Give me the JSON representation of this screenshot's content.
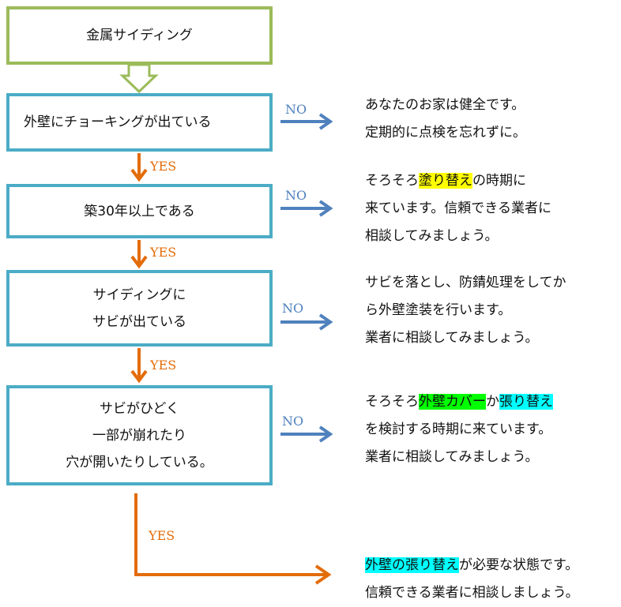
{
  "colors": {
    "start_border": "#9bbb59",
    "question_border": "#4bacc6",
    "yes": "#e36c0a",
    "no": "#4f81bd",
    "highlight_yellow": "#ffff00",
    "highlight_green": "#00ff00",
    "highlight_cyan": "#00ffff"
  },
  "start": {
    "label": "金属サイディング"
  },
  "questions": [
    {
      "lines": [
        "外壁にチョーキングが出ている"
      ]
    },
    {
      "lines": [
        "築30年以上である"
      ]
    },
    {
      "lines": [
        "サイディングに",
        "サビが出ている"
      ]
    },
    {
      "lines": [
        "サビがひどく",
        "一部が崩れたり",
        "穴が開いたりしている。"
      ]
    }
  ],
  "branch_labels": {
    "yes": "YES",
    "no": "NO"
  },
  "results": [
    {
      "lines": [
        [
          {
            "text": "あなたのお家は健全です。"
          }
        ],
        [
          {
            "text": "定期的に点検を忘れずに。"
          }
        ]
      ]
    },
    {
      "lines": [
        [
          {
            "text": "そろそろ"
          },
          {
            "text": "塗り替え",
            "highlight": "yellow"
          },
          {
            "text": "の時期に"
          }
        ],
        [
          {
            "text": "来ています。信頼できる業者に"
          }
        ],
        [
          {
            "text": "相談してみましょう。"
          }
        ]
      ]
    },
    {
      "lines": [
        [
          {
            "text": "サビを落とし、防錆処理をしてか"
          }
        ],
        [
          {
            "text": "ら外壁塗装を行います。"
          }
        ],
        [
          {
            "text": "業者に相談してみましょう。"
          }
        ]
      ]
    },
    {
      "lines": [
        [
          {
            "text": "そろそろ"
          },
          {
            "text": "外壁カバー",
            "highlight": "green"
          },
          {
            "text": "か"
          },
          {
            "text": "張り替え",
            "highlight": "cyan"
          }
        ],
        [
          {
            "text": "を検討する時期に来ています。"
          }
        ],
        [
          {
            "text": "業者に相談してみましょう。"
          }
        ]
      ]
    },
    {
      "lines": [
        [
          {
            "text": "外壁の張り替え",
            "highlight": "cyan"
          },
          {
            "text": "が必要な状態です。"
          }
        ],
        [
          {
            "text": "信頼できる業者に相談しましょう。"
          }
        ]
      ]
    }
  ]
}
